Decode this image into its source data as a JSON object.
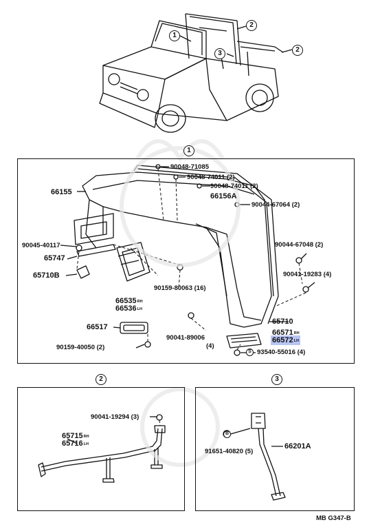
{
  "top_callouts": [
    "1",
    "2",
    "3",
    "2"
  ],
  "section_markers": {
    "s1": "1",
    "s2": "2",
    "s3": "3"
  },
  "panel1": {
    "labels": [
      {
        "num": "90048-71085",
        "sub": ""
      },
      {
        "num": "90048-74011 (2)",
        "sub": ""
      },
      {
        "num": "90048-74011 (2)",
        "sub": ""
      },
      {
        "num": "66155",
        "sub": ""
      },
      {
        "num": "66156A",
        "sub": ""
      },
      {
        "num": "90044-67064 (2)",
        "sub": ""
      },
      {
        "num": "90045-40117",
        "sub": ""
      },
      {
        "num": "65747",
        "sub": ""
      },
      {
        "num": "65710B",
        "sub": ""
      },
      {
        "num": "90044-67048 (2)",
        "sub": ""
      },
      {
        "num": "90041-19283 (4)",
        "sub": ""
      },
      {
        "num": "90159-80063 (16)",
        "sub": ""
      },
      {
        "num": "66535",
        "sub": "RH"
      },
      {
        "num": "66536",
        "sub": "LH"
      },
      {
        "num": "65710",
        "sub": ""
      },
      {
        "num": "66571",
        "sub": "RH"
      },
      {
        "num": "66572",
        "sub": "LH"
      },
      {
        "num": "66517",
        "sub": ""
      },
      {
        "num": "90041-89006",
        "sub": ""
      },
      {
        "num": "(4)",
        "sub": ""
      },
      {
        "num": "90159-40050 (2)",
        "sub": ""
      },
      {
        "num": "93540-55016 (4)",
        "sub": ""
      }
    ],
    "s_marker": "S"
  },
  "panel2": {
    "labels": [
      {
        "num": "90041-19294 (3)",
        "sub": ""
      },
      {
        "num": "65715",
        "sub": "RH"
      },
      {
        "num": "65716",
        "sub": "LH"
      }
    ]
  },
  "panel3": {
    "labels": [
      {
        "num": "66201A",
        "sub": ""
      },
      {
        "num": "91651-40820 (5)",
        "sub": ""
      }
    ],
    "b_marker": "B"
  },
  "footer_code": "MB G347-B",
  "colors": {
    "ink": "#111111",
    "highlight": "#b8c4f2"
  }
}
